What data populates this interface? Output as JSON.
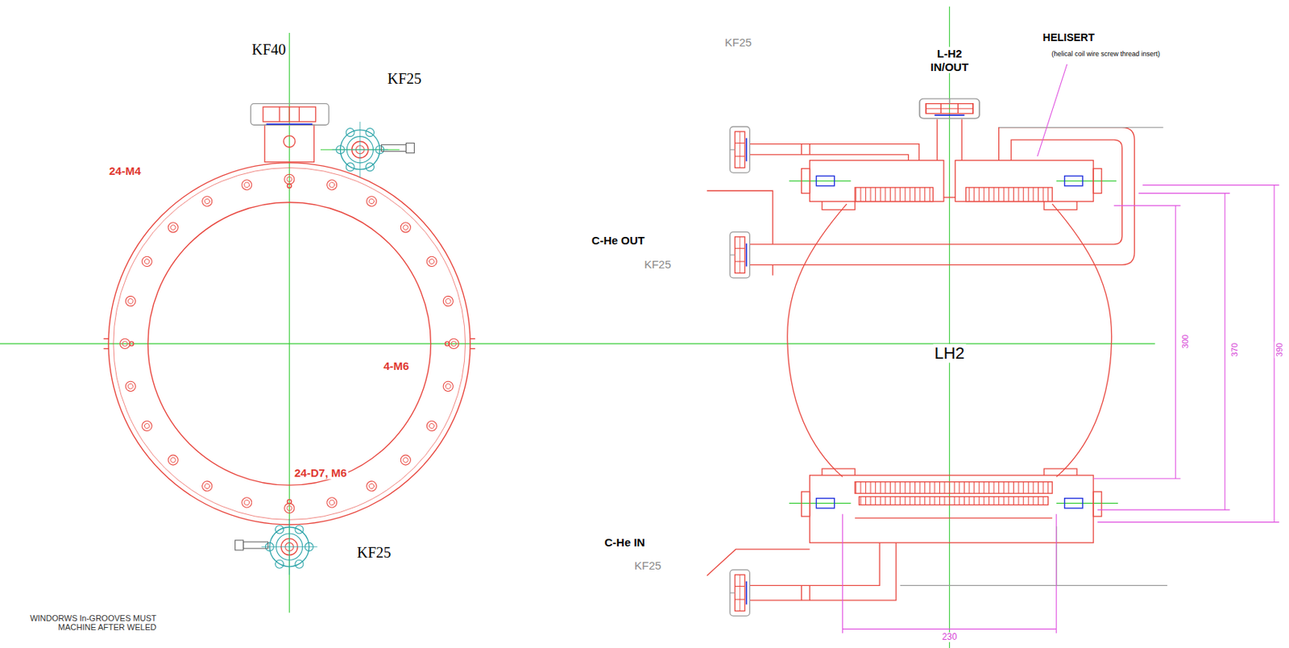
{
  "diagram": {
    "labels": [
      "KF40",
      "KF25",
      "24-M4",
      "4-M6",
      "24-D7, M6",
      "KF25",
      "WINDORWS In-GROOVES MUST MACHINE AFTER WELED",
      "KF25",
      "L-H2 IN/OUT",
      "HELISERT",
      "(helical coil wire screw thread insert)",
      "C-He OUT",
      "KF25",
      "LH2",
      "300",
      "370",
      "390",
      "C-He IN",
      "KF25",
      "230"
    ]
  }
}
